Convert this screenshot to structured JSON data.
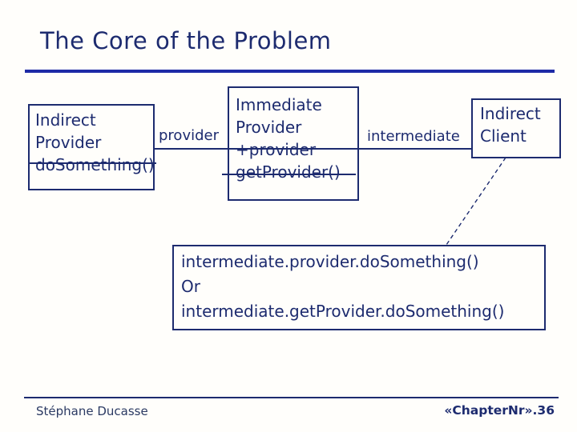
{
  "colors": {
    "navy": "#1d2b6f",
    "rule_blue": "#1e2aa6",
    "background": "#fffefb"
  },
  "title": "The Core of the Problem",
  "diagram": {
    "indirect_provider_box": {
      "line1": "Indirect",
      "line2": "Provider",
      "line3": "doSomething()"
    },
    "immediate_provider_box": {
      "line1": "Immediate",
      "line2": "Provider",
      "line3": "+provider",
      "line4": "getProvider()"
    },
    "indirect_client_box": {
      "line1": "Indirect",
      "line2": "Client"
    },
    "provider_label": "provider",
    "intermediate_label": "intermediate"
  },
  "code_box": {
    "line1": "intermediate.provider.doSomething()",
    "line2": "Or",
    "line3": "intermediate.getProvider.doSomething()"
  },
  "footer": {
    "author": "Stéphane Ducasse",
    "page": "«ChapterNr».36"
  }
}
